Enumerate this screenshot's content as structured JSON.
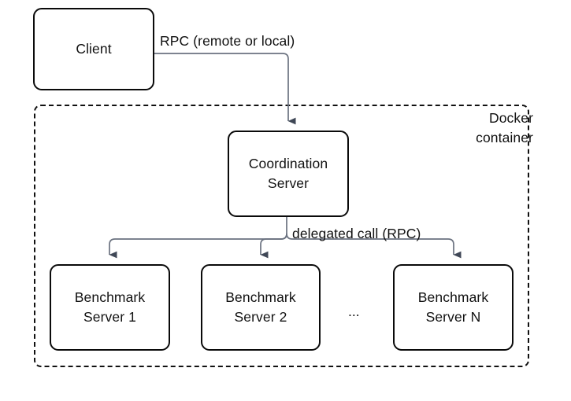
{
  "diagram": {
    "title": "Client / Coordination Server / Benchmark Servers architecture",
    "colors": {
      "node_border": "#0a0a0a",
      "node_fill": "#ffffff",
      "edge_line": "#6b7280",
      "arrow_head": "#3f4756",
      "boundary_border": "#111111",
      "text": "#111111",
      "background": "#ffffff"
    },
    "nodes": [
      {
        "id": "client",
        "lines": [
          "Client"
        ]
      },
      {
        "id": "coordination-server",
        "lines": [
          "Coordination",
          "Server"
        ]
      },
      {
        "id": "benchmark-server-1",
        "lines": [
          "Benchmark",
          "Server 1"
        ]
      },
      {
        "id": "benchmark-server-2",
        "lines": [
          "Benchmark",
          "Server 2"
        ]
      },
      {
        "id": "benchmark-server-n",
        "lines": [
          "Benchmark",
          "Server N"
        ]
      }
    ],
    "boundary": {
      "id": "docker-container",
      "style": "dashed",
      "lines": [
        "Docker",
        "container"
      ]
    },
    "edges": [
      {
        "id": "client-to-coordination",
        "from": "client",
        "to": "coordination-server",
        "label": "RPC (remote or local)",
        "arrow": "single"
      },
      {
        "id": "coordination-to-benchmarks",
        "from": "coordination-server",
        "to": [
          "benchmark-server-1",
          "benchmark-server-2",
          "benchmark-server-n"
        ],
        "label": "delegated call (RPC)",
        "arrow": "single"
      }
    ],
    "ellipsis": "..."
  }
}
